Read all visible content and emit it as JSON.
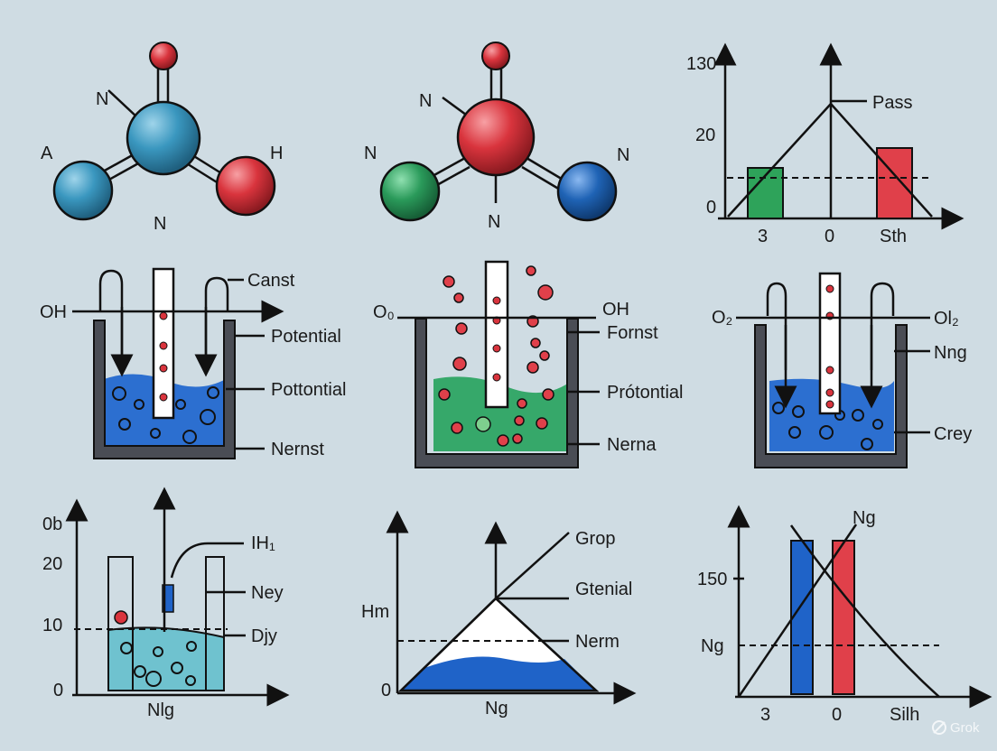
{
  "colors": {
    "background": "#cfdce3",
    "teal_atom": "#3a97bf",
    "red_atom": "#d9343d",
    "green_atom": "#2a9a5a",
    "blue_atom": "#1f63b5",
    "beaker_wall": "#4a4d55",
    "blue_liquid": "#2c6fd0",
    "green_liquid": "#36a86a",
    "teal_liquid": "#6fc2cf",
    "bar_green": "#2ea35a",
    "bar_red": "#e0404a",
    "bar_blue": "#1f63c8"
  },
  "molecule_left": {
    "labels": [
      "N",
      "A",
      "H",
      "N"
    ]
  },
  "molecule_center": {
    "labels": [
      "N",
      "N",
      "N",
      "N"
    ]
  },
  "chart_top_right": {
    "y_ticks": [
      "130",
      "20",
      "0"
    ],
    "x_ticks": [
      "3",
      "0",
      "Sth"
    ],
    "callout": "Pass"
  },
  "beaker_left": {
    "labels": [
      "Canst",
      "OH",
      "Potential",
      "Pottontial",
      "Nernst"
    ]
  },
  "beaker_center": {
    "labels": [
      "O₀",
      "OH",
      "Fornst",
      "Prótontial",
      "Nerna"
    ]
  },
  "beaker_right": {
    "labels": [
      "O₂",
      "Ol₂",
      "Nng",
      "Crey"
    ]
  },
  "chart_bottom_left": {
    "y_ticks": [
      "0b",
      "20",
      "10",
      "0"
    ],
    "x_label": "Nlg",
    "callouts": [
      "IH₁",
      "Ney",
      "Djy"
    ]
  },
  "chart_bottom_center": {
    "y_label": "Hm",
    "y_zero": "0",
    "x_label": "Ng",
    "callouts": [
      "Grop",
      "Gtenial",
      "Nerm"
    ]
  },
  "chart_bottom_right": {
    "y_ticks": [
      "150",
      "Ng"
    ],
    "x_ticks": [
      "3",
      "0",
      "Silh"
    ],
    "callout": "Ng"
  },
  "watermark": "Grok"
}
